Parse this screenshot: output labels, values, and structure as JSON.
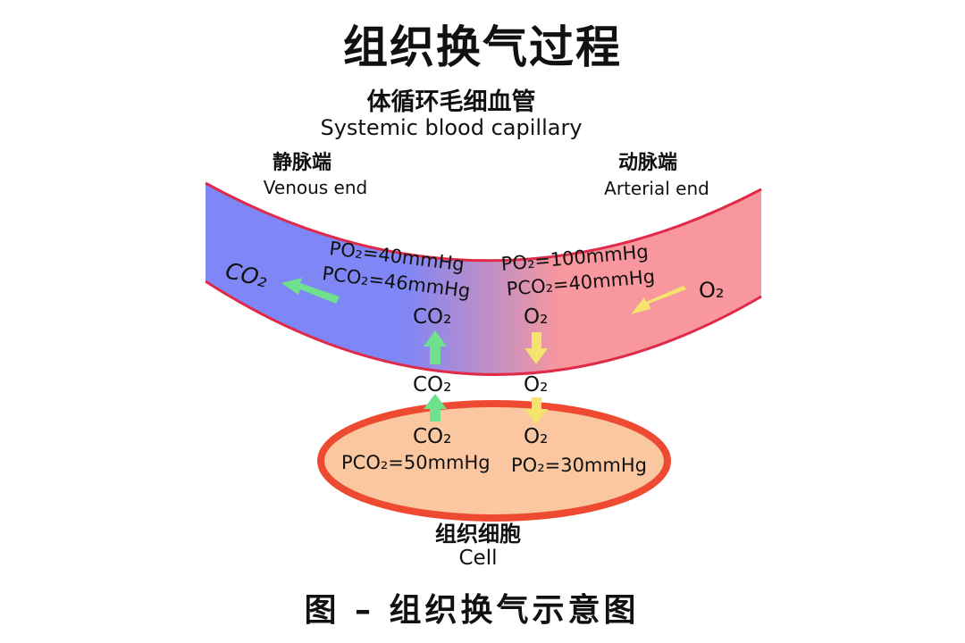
{
  "title": "组织换气过程",
  "capillary": {
    "name_zh": "体循环毛细血管",
    "name_en": "Systemic blood capillary"
  },
  "venous_end": {
    "name_zh": "静脉端",
    "name_en": "Venous end"
  },
  "arterial_end": {
    "name_zh": "动脉端",
    "name_en": "Arterial end"
  },
  "venous_pressures": {
    "po2": "PO₂=40mmHg",
    "pco2": "PCO₂=46mmHg"
  },
  "arterial_pressures": {
    "po2": "PO₂=100mmHg",
    "pco2": "PCO₂=40mmHg"
  },
  "gases": {
    "co2_out": "CO₂",
    "o2_in": "O₂",
    "co2_vessel": "CO₂",
    "o2_vessel": "O₂",
    "co2_between": "CO₂",
    "o2_between": "O₂",
    "co2_cell": "CO₂",
    "o2_cell": "O₂"
  },
  "cell": {
    "pco2": "PCO₂=50mmHg",
    "po2": "PO₂=30mmHg",
    "name_zh": "组织细胞",
    "name_en": "Cell"
  },
  "caption": "图 – 组织换气示意图",
  "colors": {
    "venous_blood": "#7f86f5",
    "arterial_blood": "#f8979d",
    "vessel_wall": "#e02a4a",
    "cell_fill": "#fbc7a0",
    "cell_border": "#ee4a32",
    "co2_arrow": "#6fe08e",
    "o2_arrow": "#f4e36c"
  }
}
